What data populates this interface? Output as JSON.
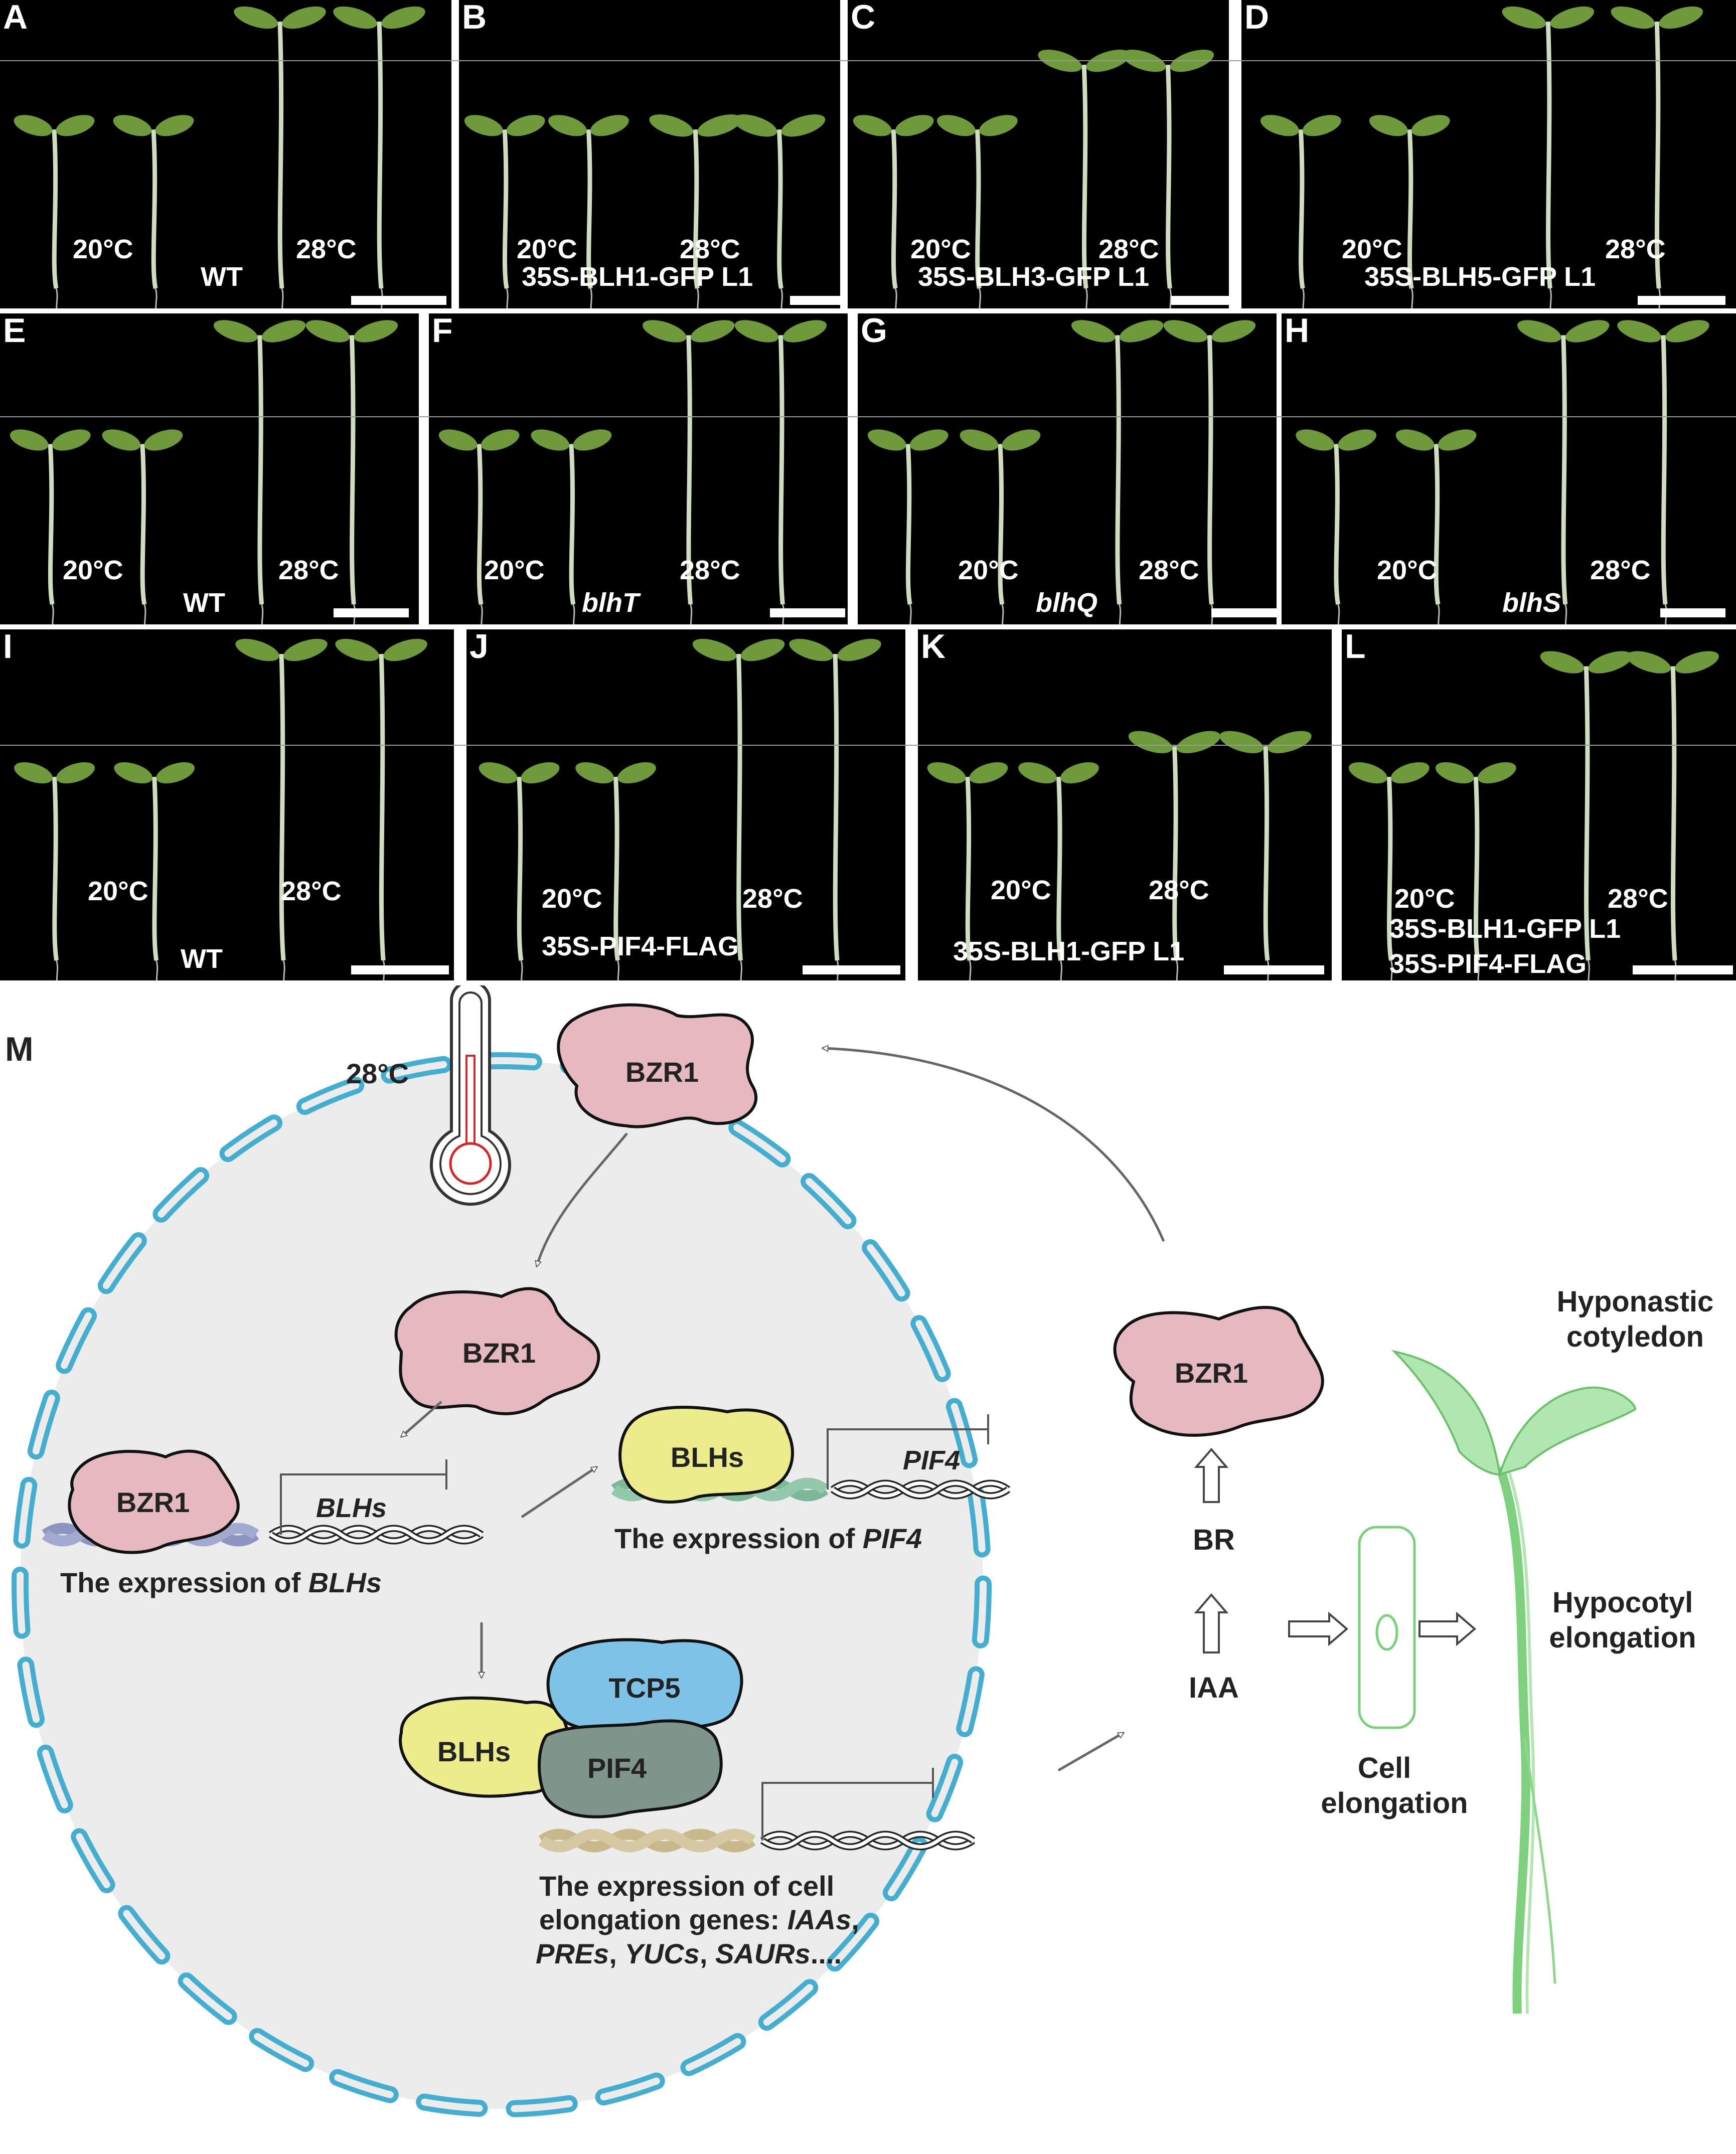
{
  "panels": [
    {
      "id": "A",
      "t1": "20°C",
      "t2": "28°C",
      "g1": "WT",
      "g1_italic": false,
      "g2": ""
    },
    {
      "id": "B",
      "t1": "20°C",
      "t2": "28°C",
      "g1": "35S-BLH1-GFP L1",
      "g1_italic": false,
      "g2": ""
    },
    {
      "id": "C",
      "t1": "20°C",
      "t2": "28°C",
      "g1": "35S-BLH3-GFP L1",
      "g1_italic": false,
      "g2": ""
    },
    {
      "id": "D",
      "t1": "20°C",
      "t2": "28°C",
      "g1": "35S-BLH5-GFP L1",
      "g1_italic": false,
      "g2": ""
    },
    {
      "id": "E",
      "t1": "20°C",
      "t2": "28°C",
      "g1": "WT",
      "g1_italic": false,
      "g2": ""
    },
    {
      "id": "F",
      "t1": "20°C",
      "t2": "28°C",
      "g1": "blhT",
      "g1_italic": true,
      "g2": ""
    },
    {
      "id": "G",
      "t1": "20°C",
      "t2": "28°C",
      "g1": "blhQ",
      "g1_italic": true,
      "g2": ""
    },
    {
      "id": "H",
      "t1": "20°C",
      "t2": "28°C",
      "g1": "blhS",
      "g1_italic": true,
      "g2": ""
    },
    {
      "id": "I",
      "t1": "20°C",
      "t2": "28°C",
      "g1": "WT",
      "g1_italic": false,
      "g2": ""
    },
    {
      "id": "J",
      "t1": "20°C",
      "t2": "28°C",
      "g1": "35S-PIF4-FLAG",
      "g1_italic": false,
      "g2": ""
    },
    {
      "id": "K",
      "t1": "20°C",
      "t2": "28°C",
      "g1": "35S-BLH1-GFP L1",
      "g1_italic": false,
      "g2": ""
    },
    {
      "id": "L",
      "t1": "20°C",
      "t2": "28°C",
      "g1": "35S-BLH1-GFP L1",
      "g1_italic": false,
      "g2": "35S-PIF4-FLAG"
    }
  ],
  "diagram": {
    "label": "M",
    "temp": "28°C",
    "bzr1": "BZR1",
    "blhs": "BLHs",
    "tcp5": "TCP5",
    "pif4": "PIF4",
    "gene_blhs": "BLHs",
    "gene_pif4": "PIF4",
    "expr_blhs_pre": "The expression of ",
    "expr_blhs_gene": "BLHs",
    "expr_pif4_pre": "The expression of ",
    "expr_pif4_gene": "PIF4",
    "cell_line1": "The expression of cell",
    "cell_line2_pre": "elongation genes: ",
    "cell_line2_gene": "IAAs",
    "cell_line2_post": ",",
    "cell_line3_g1": "PREs",
    "cell_line3_s1": ", ",
    "cell_line3_g2": "YUCs",
    "cell_line3_s2": ", ",
    "cell_line3_g3": "SAURs",
    "cell_line3_post": "....",
    "br": "BR",
    "iaa": "IAA",
    "cell_elong_1": "Cell",
    "cell_elong_2": "elongation",
    "hyponastic_1": "Hyponastic",
    "hyponastic_2": "cotyledon",
    "hypocotyl_1": "Hypocotyl",
    "hypocotyl_2": "elongation",
    "colors": {
      "bzr1": "#e6b8c0",
      "blhs": "#ecec8c",
      "tcp5": "#7fc2e8",
      "pif4": "#7f958c",
      "nucleus": "#ececec",
      "envelope": "#45aed0",
      "seedling": "#8ed68e"
    }
  }
}
